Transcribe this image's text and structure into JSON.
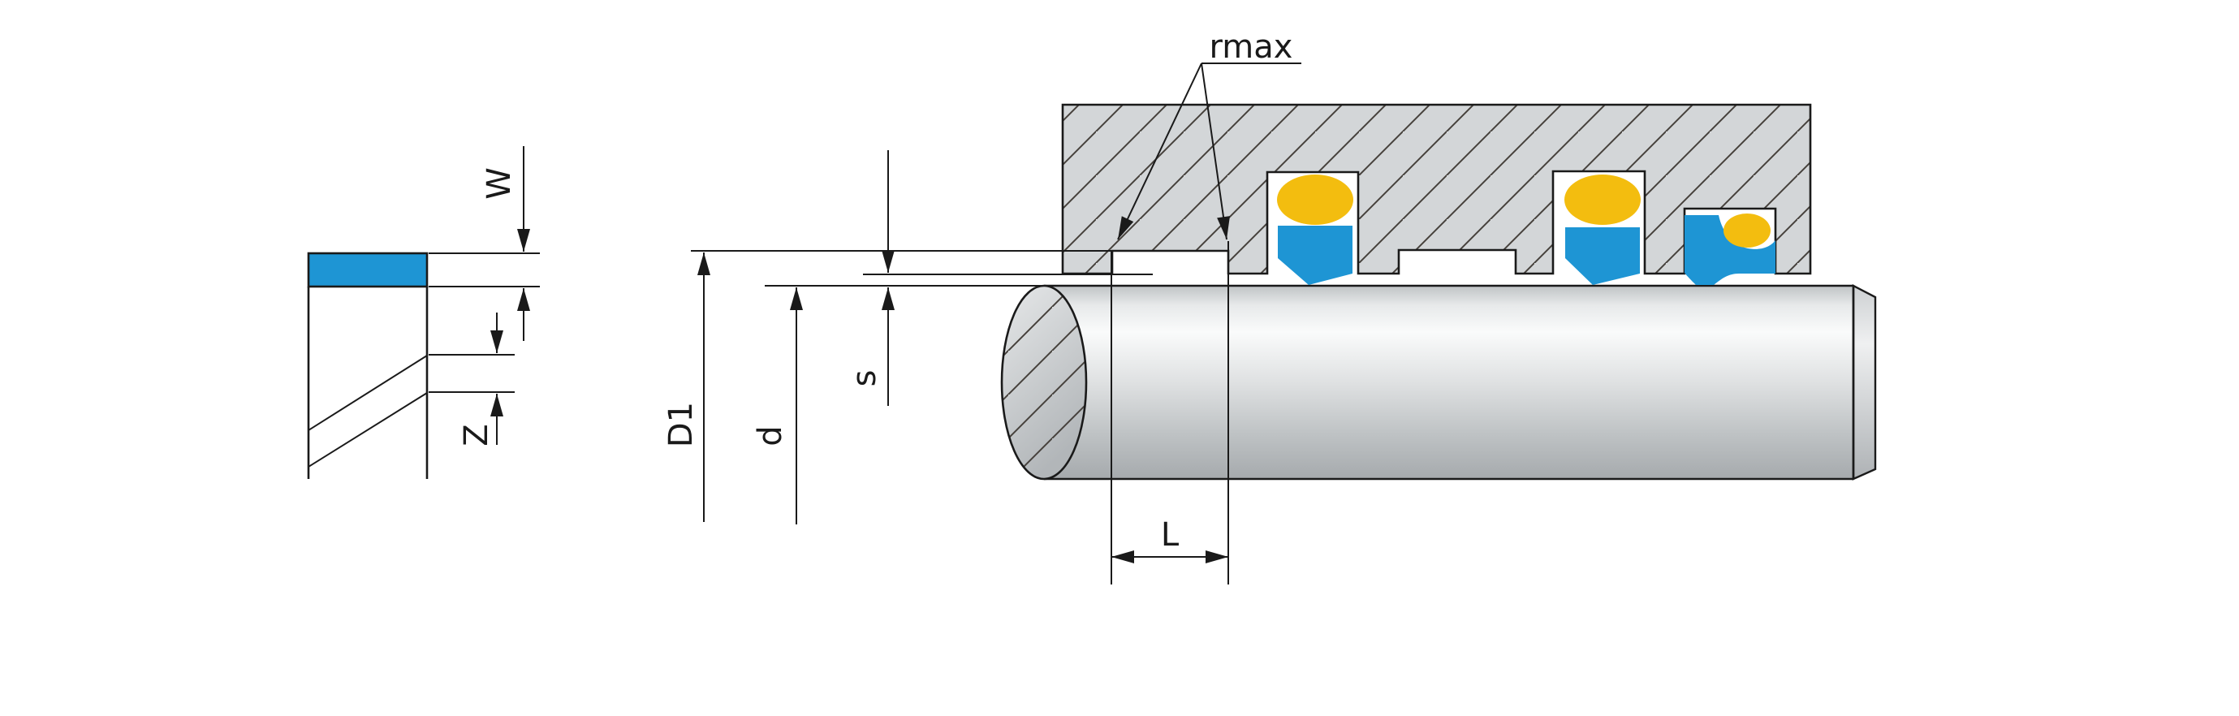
{
  "drawing": {
    "type": "technical-section-drawing",
    "subject": "rod seal installation with housing grooves, O-ring energized seals and shaft"
  },
  "labels": {
    "rmax": "rmax",
    "W": "W",
    "Z": "Z",
    "D1": "D1",
    "d": "d",
    "s": "s",
    "L": "L"
  },
  "colors": {
    "seal_blue": "#1e95d4",
    "oring_yellow": "#f3bd0f",
    "housing_gray": "#d3d6d8",
    "line_black": "#1a1a1a"
  }
}
